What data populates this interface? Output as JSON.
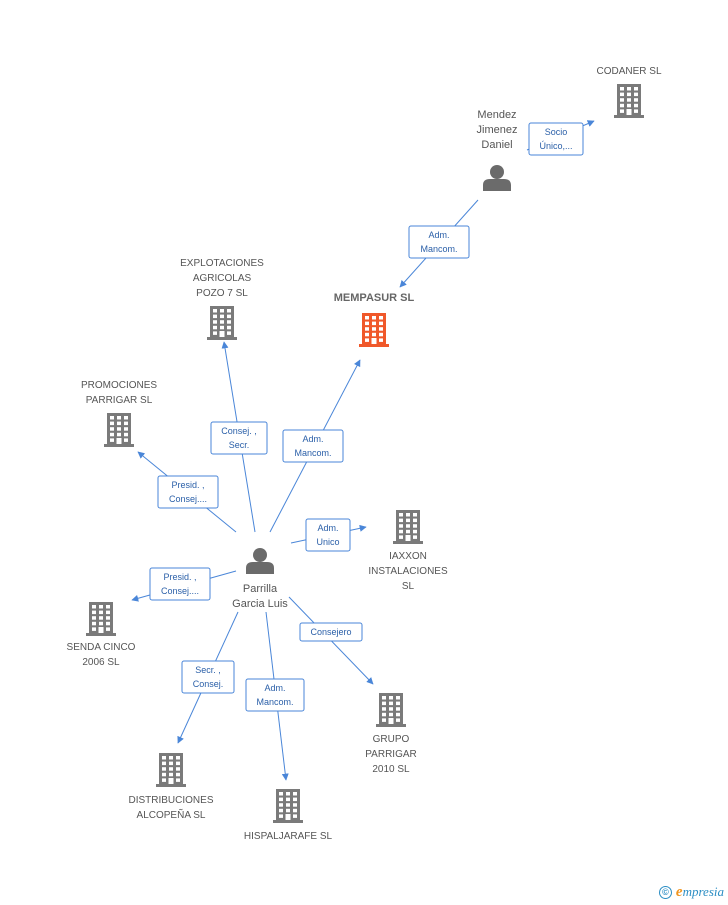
{
  "nodes": {
    "mempasur": {
      "label": [
        "MEMPASUR SL"
      ],
      "type": "company",
      "main": true
    },
    "codaner": {
      "label": [
        "CODANER SL"
      ],
      "type": "company"
    },
    "mendez": {
      "label": [
        "Mendez",
        "Jimenez",
        "Daniel"
      ],
      "type": "person"
    },
    "explotaciones": {
      "label": [
        "EXPLOTACIONES",
        "AGRICOLAS",
        "POZO 7 SL"
      ],
      "type": "company"
    },
    "promociones": {
      "label": [
        "PROMOCIONES",
        "PARRIGAR SL"
      ],
      "type": "company"
    },
    "parrilla": {
      "label": [
        "Parrilla",
        "Garcia Luis"
      ],
      "type": "person"
    },
    "iaxxon": {
      "label": [
        "IAXXON",
        "INSTALACIONES",
        "SL"
      ],
      "type": "company"
    },
    "senda": {
      "label": [
        "SENDA CINCO",
        "2006 SL"
      ],
      "type": "company"
    },
    "grupo": {
      "label": [
        "GRUPO",
        "PARRIGAR",
        "2010 SL"
      ],
      "type": "company"
    },
    "distribuciones": {
      "label": [
        "DISTRIBUCIONES",
        "ALCOPEÑA SL"
      ],
      "type": "company"
    },
    "hispaljarafe": {
      "label": [
        "HISPALJARAFE SL"
      ],
      "type": "company"
    }
  },
  "edges": [
    {
      "from": "mendez",
      "to": "codaner",
      "label": [
        "Socio",
        "Único,..."
      ]
    },
    {
      "from": "mendez",
      "to": "mempasur",
      "label": [
        "Adm.",
        "Mancom."
      ]
    },
    {
      "from": "parrilla",
      "to": "mempasur",
      "label": [
        "Adm.",
        "Mancom."
      ]
    },
    {
      "from": "parrilla",
      "to": "explotaciones",
      "label": [
        "Consej. ,",
        "Secr."
      ]
    },
    {
      "from": "parrilla",
      "to": "promociones",
      "label": [
        "Presid. ,",
        "Consej...."
      ]
    },
    {
      "from": "parrilla",
      "to": "iaxxon",
      "label": [
        "Adm.",
        "Unico"
      ]
    },
    {
      "from": "parrilla",
      "to": "senda",
      "label": [
        "Presid. ,",
        "Consej...."
      ]
    },
    {
      "from": "parrilla",
      "to": "grupo",
      "label": [
        "Consejero"
      ]
    },
    {
      "from": "parrilla",
      "to": "distribuciones",
      "label": [
        "Secr. ,",
        "Consej."
      ]
    },
    {
      "from": "parrilla",
      "to": "hispaljarafe",
      "label": [
        "Adm.",
        "Mancom."
      ]
    }
  ],
  "colors": {
    "company": "#7a7a7a",
    "main_company": "#f0582a",
    "person": "#6b6b6b",
    "edge": "#4a86d8"
  },
  "footer": {
    "copyright_symbol": "©",
    "brand_initial": "e",
    "brand_rest": "mpresia"
  }
}
